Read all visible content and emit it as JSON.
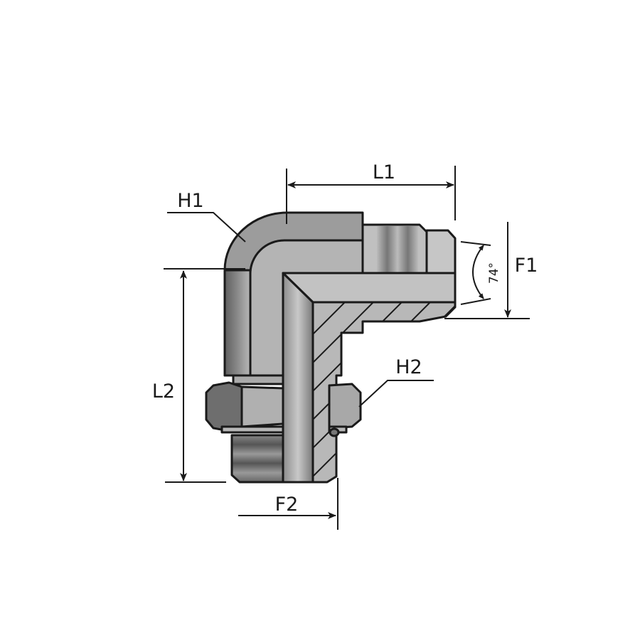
{
  "labels": {
    "l1": "L1",
    "l2": "L2",
    "h1": "H1",
    "h2": "H2",
    "f1": "F1",
    "f2": "F2",
    "angle": "74°"
  },
  "colors": {
    "outline": "#1a1a1a",
    "metal_light": "#c4c4c4",
    "metal_mid": "#a8a8a8",
    "metal_dark": "#6a6a6a"
  }
}
